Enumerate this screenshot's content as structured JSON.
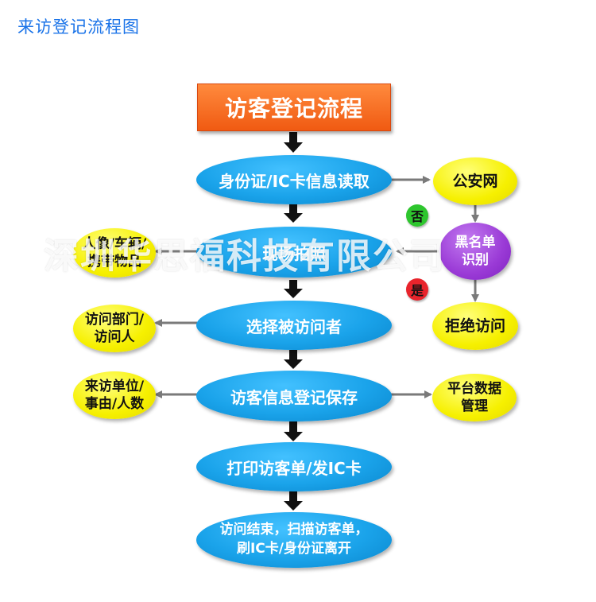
{
  "page_title": "来访登记流程图",
  "title_box": "访客登记流程",
  "steps": {
    "read_id": "身份证/IC卡信息读取",
    "photo": "现场拍照",
    "select": "选择被访问者",
    "save": "访客信息登记保存",
    "print": "打印访客单/发IC卡",
    "end_line1": "访问结束，扫描访客单，",
    "end_line2": "刷IC卡/身份证离开"
  },
  "side": {
    "police": "公安网",
    "identify_line1": "黑名单",
    "identify_line2": "识别",
    "reject": "拒绝访问",
    "portrait_line1": "人像/车辆/",
    "portrait_line2": "携带物品",
    "dept_line1": "访问部门/",
    "dept_line2": "访问人",
    "unit_line1": "来访单位/",
    "unit_line2": "事由/人数",
    "platform_line1": "平台数据",
    "platform_line2": "管理"
  },
  "badges": {
    "no": "否",
    "yes": "是"
  },
  "watermark": "深圳华思福科技有限公司",
  "colors": {
    "title_orange": "#f05a12",
    "step_blue": "#1aa3ea",
    "side_yellow": "#f6f000",
    "identify_purple": "#9a3ad6",
    "no_green": "#2ec62e",
    "yes_red": "#e8242c",
    "arrow_black": "#111111",
    "arrow_gray": "#7a7a7a"
  }
}
